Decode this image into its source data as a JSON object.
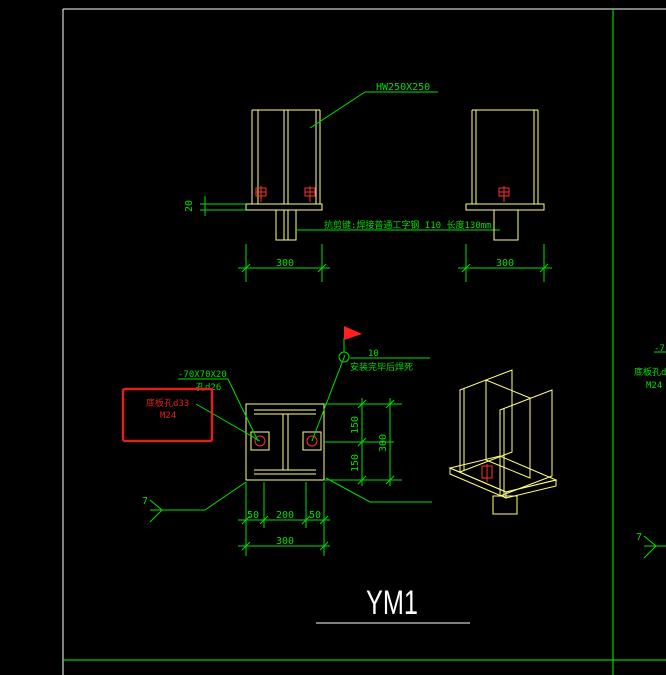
{
  "drawing": {
    "section_label": "HW250X250",
    "base_plate_note": "抗剪键:焊接普通工字钢 I10  长度130mm",
    "thickness_dim": "20",
    "width_dim_left": "300",
    "width_dim_right": "300",
    "washer_note": "-70X70X20",
    "washer_hole": "孔d26",
    "anchor_hole": "底板孔d33",
    "anchor_bolt": "M24",
    "weld_size": "10",
    "weld_note": "安装完毕后焊死",
    "plan_dim_top": "150",
    "plan_dim_bottom": "150",
    "plan_dim_total_v": "300",
    "plan_dim_edge_left": "50",
    "plan_dim_mid": "200",
    "plan_dim_edge_right": "50",
    "plan_dim_total_h": "300",
    "weld_symbol_left": "7",
    "weld_symbol_right": "7",
    "right_partial_washer": "-7",
    "right_partial_hole": "底板孔d3",
    "right_partial_bolt": "M24",
    "title": "YM1"
  },
  "colors": {
    "background": "#000000",
    "frame": "#ffffff",
    "annotation": "#00e000",
    "steel": "#ffff80",
    "bolt": "#ff3030",
    "highlight": "#e02020",
    "border_green": "#00ff00"
  }
}
